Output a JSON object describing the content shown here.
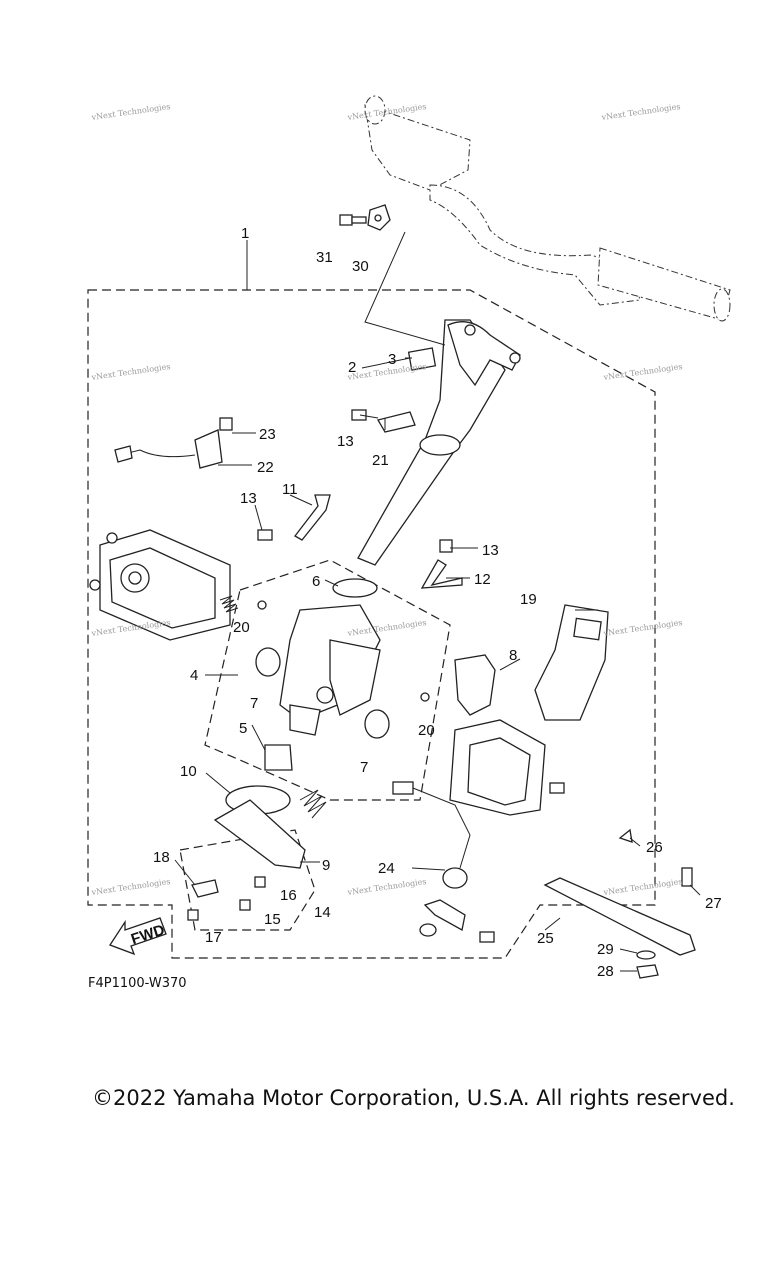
{
  "diagram": {
    "figure_code": "F4P1100-W370",
    "copyright": "©2022 Yamaha Motor Corporation, U.S.A. All rights reserved.",
    "fwd_label": "FWD",
    "watermark": "vNext Technologies",
    "callouts": [
      "1",
      "2",
      "3",
      "4",
      "5",
      "6",
      "7",
      "7",
      "8",
      "9",
      "10",
      "11",
      "12",
      "13",
      "13",
      "13",
      "13",
      "14",
      "15",
      "16",
      "17",
      "18",
      "19",
      "20",
      "20",
      "21",
      "22",
      "23",
      "24",
      "25",
      "26",
      "27",
      "28",
      "29",
      "30",
      "31"
    ]
  }
}
